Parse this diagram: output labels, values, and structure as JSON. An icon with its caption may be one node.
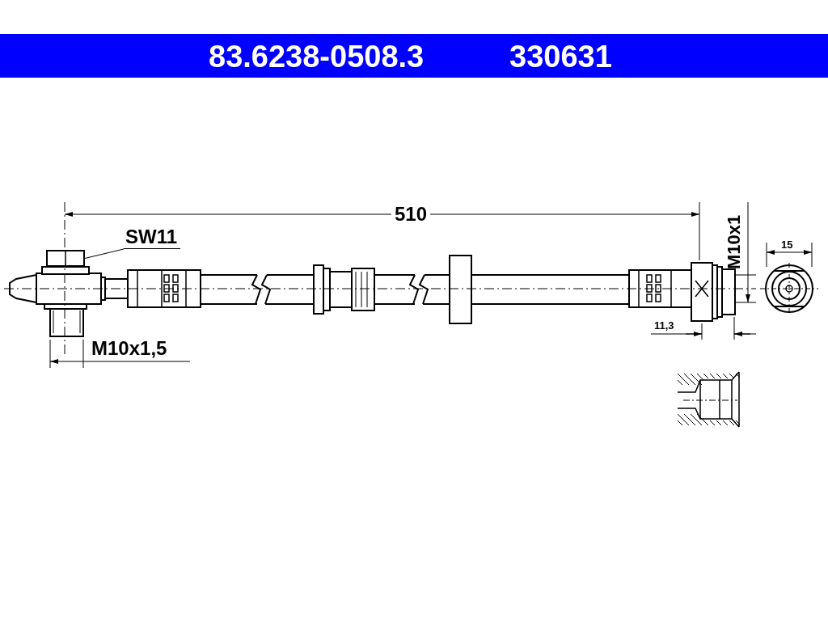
{
  "diagram": {
    "nodes": [
      {
        "text": [
          "SW11"
        ]
      },
      {
        "text": [],
        "shape": "picture"
      }
    ],
    "edges": [
      {
        "from": 0,
        "to": 1,
        "arrow": "none"
      }
    ],
    "labels": [
      "83.6238-0508.3",
      "330631",
      "510",
      "M10x1,5",
      "M10x1",
      "15",
      "11,3"
    ]
  }
}
